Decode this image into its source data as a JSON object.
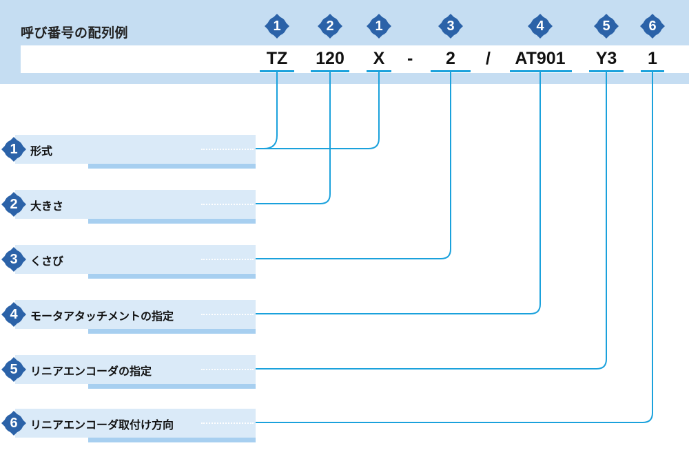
{
  "header": {
    "title": "呼び番号の配列例"
  },
  "segments": [
    {
      "text": "TZ",
      "badge": "1"
    },
    {
      "text": "120",
      "badge": "2"
    },
    {
      "text": "X",
      "badge": "1"
    },
    {
      "text": "2",
      "badge": "3"
    },
    {
      "text": "AT901",
      "badge": "4"
    },
    {
      "text": "Y3",
      "badge": "5"
    },
    {
      "text": "1",
      "badge": "6"
    }
  ],
  "separators": [
    "-",
    "/"
  ],
  "labels": [
    {
      "num": "1",
      "text": "形式"
    },
    {
      "num": "2",
      "text": "大きさ"
    },
    {
      "num": "3",
      "text": "くさび"
    },
    {
      "num": "4",
      "text": "モータアタッチメントの指定"
    },
    {
      "num": "5",
      "text": "リニアエンコーダの指定"
    },
    {
      "num": "6",
      "text": "リニアエンコーダ取付け方向"
    }
  ],
  "colors": {
    "header_band": "#c5ddf2",
    "badge_fill": "#2b62a8",
    "connector": "#1aa1dc",
    "label_box": "#daeaf8",
    "label_shadow": "#a7cff0"
  }
}
